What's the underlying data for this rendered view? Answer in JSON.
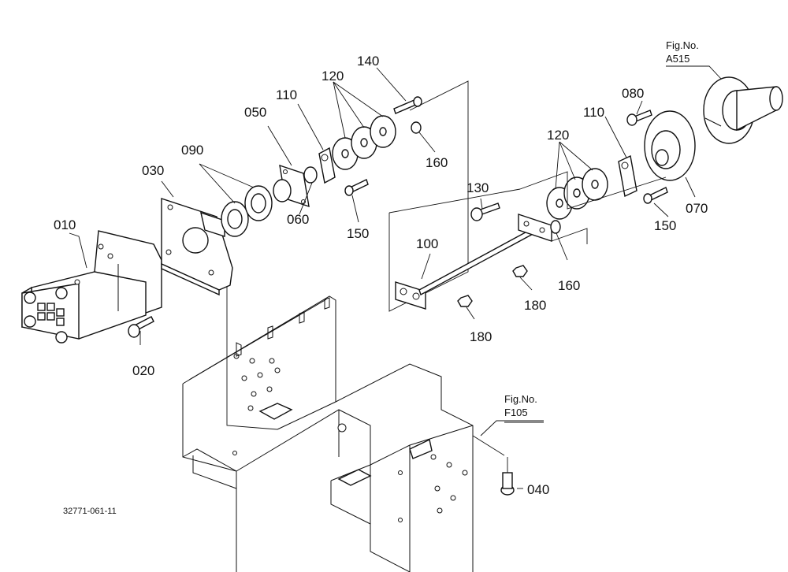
{
  "diagram": {
    "drawing_number": "32771-061-11",
    "references": [
      {
        "id": "ref-a515",
        "line1": "Fig.No.",
        "line2": "A515"
      },
      {
        "id": "ref-f105",
        "line1": "Fig.No.",
        "line2": "F105"
      }
    ],
    "part_labels": [
      {
        "id": "p010",
        "text": "010"
      },
      {
        "id": "p020",
        "text": "020"
      },
      {
        "id": "p030",
        "text": "030"
      },
      {
        "id": "p040",
        "text": "040"
      },
      {
        "id": "p050",
        "text": "050"
      },
      {
        "id": "p060",
        "text": "060"
      },
      {
        "id": "p070",
        "text": "070"
      },
      {
        "id": "p080",
        "text": "080"
      },
      {
        "id": "p090",
        "text": "090"
      },
      {
        "id": "p100",
        "text": "100"
      },
      {
        "id": "p110a",
        "text": "110"
      },
      {
        "id": "p110b",
        "text": "110"
      },
      {
        "id": "p120a",
        "text": "120"
      },
      {
        "id": "p120b",
        "text": "120"
      },
      {
        "id": "p130",
        "text": "130"
      },
      {
        "id": "p140",
        "text": "140"
      },
      {
        "id": "p150a",
        "text": "150"
      },
      {
        "id": "p150b",
        "text": "150"
      },
      {
        "id": "p160a",
        "text": "160"
      },
      {
        "id": "p160b",
        "text": "160"
      },
      {
        "id": "p180a",
        "text": "180"
      },
      {
        "id": "p180b",
        "text": "180"
      }
    ]
  }
}
